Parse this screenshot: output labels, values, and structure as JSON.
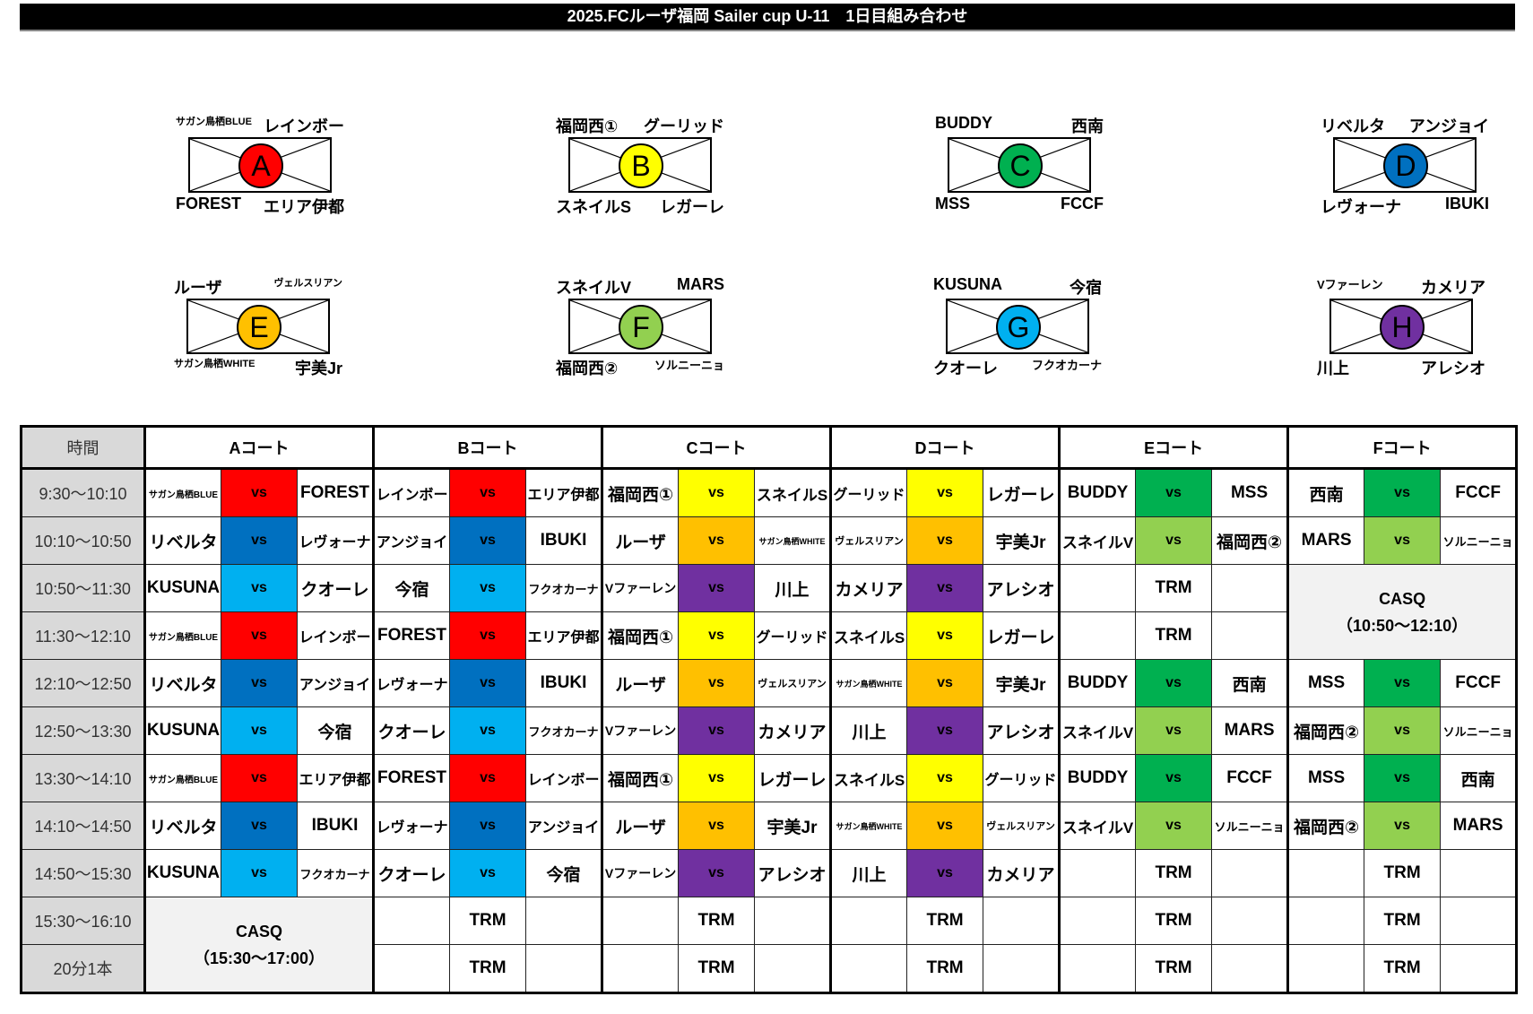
{
  "title": "2025.FCルーザ福岡 Sailer cup U-11　1日目組み合わせ",
  "colors": {
    "A": "#ff0000",
    "B": "#ffff00",
    "C": "#00b050",
    "D": "#0070c0",
    "E": "#ffc000",
    "F": "#92d050",
    "G": "#00b0f0",
    "H": "#7030a0"
  },
  "groups": [
    {
      "letter": "A",
      "top_left": "サガン鳥栖BLUE",
      "top_right": "レインボー",
      "bottom_left": "FOREST",
      "bottom_right": "エリア伊都"
    },
    {
      "letter": "B",
      "top_left": "福岡西①",
      "top_right": "グーリッド",
      "bottom_left": "スネイルS",
      "bottom_right": "レガーレ"
    },
    {
      "letter": "C",
      "top_left": "BUDDY",
      "top_right": "西南",
      "bottom_left": "MSS",
      "bottom_right": "FCCF"
    },
    {
      "letter": "D",
      "top_left": "リベルタ",
      "top_right": "アンジョイ",
      "bottom_left": "レヴォーナ",
      "bottom_right": "IBUKI"
    },
    {
      "letter": "E",
      "top_left": "ルーザ",
      "top_right": "ヴェルスリアン",
      "bottom_left": "サガン鳥栖WHITE",
      "bottom_right": "宇美Jr"
    },
    {
      "letter": "F",
      "top_left": "スネイルV",
      "top_right": "MARS",
      "bottom_left": "福岡西②",
      "bottom_right": "ソルニーニョ"
    },
    {
      "letter": "G",
      "top_left": "KUSUNA",
      "top_right": "今宿",
      "bottom_left": "クオーレ",
      "bottom_right": "フクオカーナ"
    },
    {
      "letter": "H",
      "top_left": "Vファーレン",
      "top_right": "カメリア",
      "bottom_left": "川上",
      "bottom_right": "アレシオ"
    }
  ],
  "schedule": {
    "time_header": "時間",
    "courts": [
      "Aコート",
      "Bコート",
      "Cコート",
      "Dコート",
      "Eコート",
      "Fコート"
    ],
    "vs_label": "vs",
    "trm_label": "TRM",
    "rows": [
      {
        "time": "9:30〜10:10",
        "courts": [
          [
            "サガン鳥栖BLUE",
            "A",
            "FOREST"
          ],
          [
            "レインボー",
            "A",
            "エリア伊都"
          ],
          [
            "福岡西①",
            "B",
            "スネイルS"
          ],
          [
            "グーリッド",
            "B",
            "レガーレ"
          ],
          [
            "BUDDY",
            "C",
            "MSS"
          ],
          [
            "西南",
            "C",
            "FCCF"
          ]
        ]
      },
      {
        "time": "10:10〜10:50",
        "courts": [
          [
            "リベルタ",
            "D",
            "レヴォーナ"
          ],
          [
            "アンジョイ",
            "D",
            "IBUKI"
          ],
          [
            "ルーザ",
            "E",
            "サガン鳥栖WHITE"
          ],
          [
            "ヴェルスリアン",
            "E",
            "宇美Jr"
          ],
          [
            "スネイルV",
            "F",
            "福岡西②"
          ],
          [
            "MARS",
            "F",
            "ソルニーニョ"
          ]
        ]
      },
      {
        "time": "10:50〜11:30",
        "courts": [
          [
            "KUSUNA",
            "G",
            "クオーレ"
          ],
          [
            "今宿",
            "G",
            "フクオカーナ"
          ],
          [
            "Vファーレン",
            "H",
            "川上"
          ],
          [
            "カメリア",
            "H",
            "アレシオ"
          ],
          "TRM",
          {
            "casq": "CASQ",
            "sub": "（10:50〜12:10）",
            "rowspan": 2
          }
        ]
      },
      {
        "time": "11:30〜12:10",
        "courts": [
          [
            "サガン鳥栖BLUE",
            "A",
            "レインボー"
          ],
          [
            "FOREST",
            "A",
            "エリア伊都"
          ],
          [
            "福岡西①",
            "B",
            "グーリッド"
          ],
          [
            "スネイルS",
            "B",
            "レガーレ"
          ],
          "TRM",
          null
        ]
      },
      {
        "time": "12:10〜12:50",
        "courts": [
          [
            "リベルタ",
            "D",
            "アンジョイ"
          ],
          [
            "レヴォーナ",
            "D",
            "IBUKI"
          ],
          [
            "ルーザ",
            "E",
            "ヴェルスリアン"
          ],
          [
            "サガン鳥栖WHITE",
            "E",
            "宇美Jr"
          ],
          [
            "BUDDY",
            "C",
            "西南"
          ],
          [
            "MSS",
            "C",
            "FCCF"
          ]
        ]
      },
      {
        "time": "12:50〜13:30",
        "courts": [
          [
            "KUSUNA",
            "G",
            "今宿"
          ],
          [
            "クオーレ",
            "G",
            "フクオカーナ"
          ],
          [
            "Vファーレン",
            "H",
            "カメリア"
          ],
          [
            "川上",
            "H",
            "アレシオ"
          ],
          [
            "スネイルV",
            "F",
            "MARS"
          ],
          [
            "福岡西②",
            "F",
            "ソルニーニョ"
          ]
        ]
      },
      {
        "time": "13:30〜14:10",
        "courts": [
          [
            "サガン鳥栖BLUE",
            "A",
            "エリア伊都"
          ],
          [
            "FOREST",
            "A",
            "レインボー"
          ],
          [
            "福岡西①",
            "B",
            "レガーレ"
          ],
          [
            "スネイルS",
            "B",
            "グーリッド"
          ],
          [
            "BUDDY",
            "C",
            "FCCF"
          ],
          [
            "MSS",
            "C",
            "西南"
          ]
        ]
      },
      {
        "time": "14:10〜14:50",
        "courts": [
          [
            "リベルタ",
            "D",
            "IBUKI"
          ],
          [
            "レヴォーナ",
            "D",
            "アンジョイ"
          ],
          [
            "ルーザ",
            "E",
            "宇美Jr"
          ],
          [
            "サガン鳥栖WHITE",
            "E",
            "ヴェルスリアン"
          ],
          [
            "スネイルV",
            "F",
            "ソルニーニョ"
          ],
          [
            "福岡西②",
            "F",
            "MARS"
          ]
        ]
      },
      {
        "time": "14:50〜15:30",
        "courts": [
          [
            "KUSUNA",
            "G",
            "フクオカーナ"
          ],
          [
            "クオーレ",
            "G",
            "今宿"
          ],
          [
            "Vファーレン",
            "H",
            "アレシオ"
          ],
          [
            "川上",
            "H",
            "カメリア"
          ],
          "TRM",
          "TRM"
        ]
      },
      {
        "time": "15:30〜16:10",
        "courts": [
          {
            "casq": "CASQ",
            "sub": "（15:30〜17:00）",
            "rowspan": 2
          },
          "TRM",
          "TRM",
          "TRM",
          "TRM",
          "TRM"
        ]
      },
      {
        "time": "20分1本",
        "courts": [
          null,
          "TRM",
          "TRM",
          "TRM",
          "TRM",
          "TRM"
        ]
      }
    ]
  }
}
